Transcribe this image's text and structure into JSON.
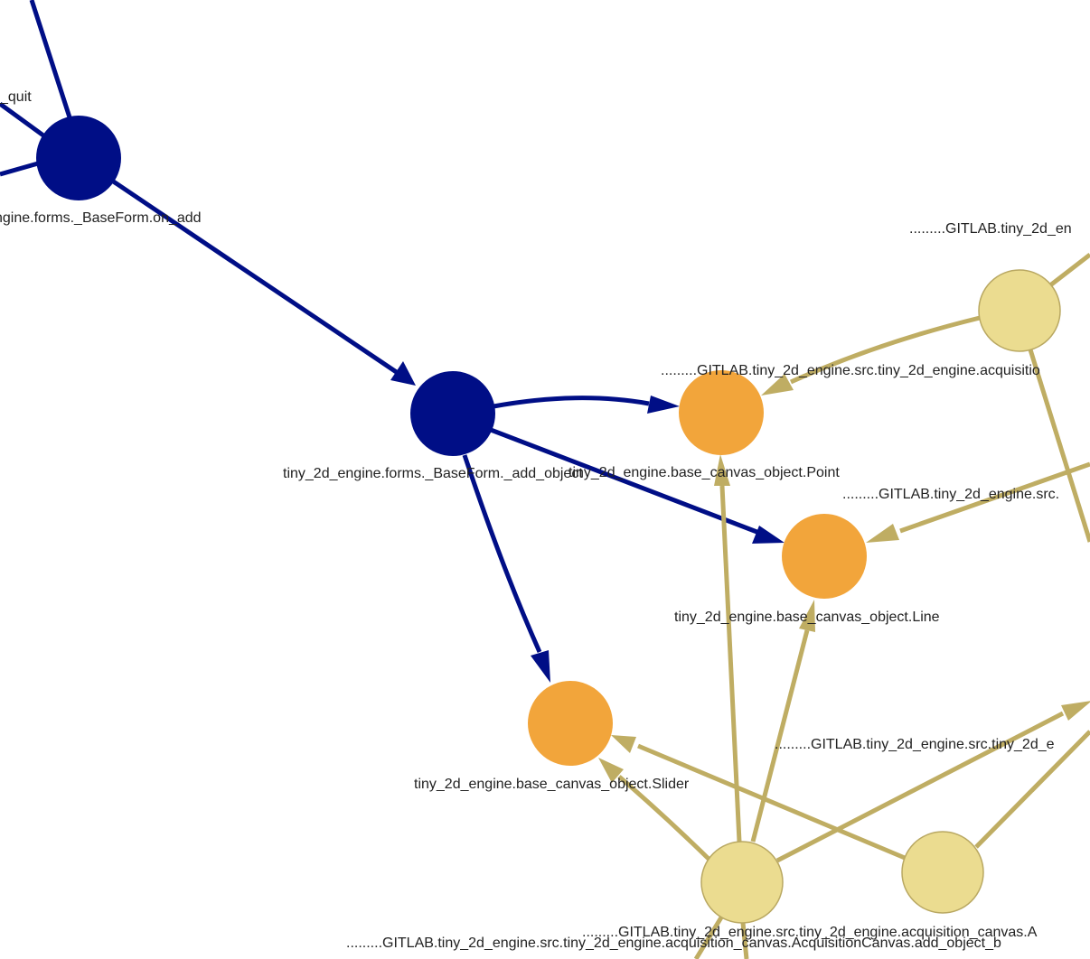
{
  "colors": {
    "blue": "#000e86",
    "orange": "#f2a53b",
    "khaki_fill": "#ebdc90",
    "khaki_edge": "#bfad63",
    "khaki_stroke": "#b9a862"
  },
  "labels": {
    "quit": "_quit",
    "base_form_on_add": "ngine.forms._BaseForm.on_add",
    "base_form_add_object": "tiny_2d_engine.forms._BaseForm._add_object",
    "point": "tiny_2d_engine.base_canvas_object.Point",
    "line": "tiny_2d_engine.base_canvas_object.Line",
    "slider": "tiny_2d_engine.base_canvas_object.Slider",
    "gitlab_top": ".........GITLAB.tiny_2d_en",
    "gitlab_acq": ".........GITLAB.tiny_2d_engine.src.tiny_2d_engine.acquisitio",
    "gitlab_src_a": ".........GITLAB.tiny_2d_engine.src.",
    "gitlab_src_b": ".........GITLAB.tiny_2d_engine.src.tiny_2d_e",
    "gitlab_bottom_1": ".........GITLAB.tiny_2d_engine.src.tiny_2d_engine.acquisition_canvas.A",
    "gitlab_bottom_2": ".........GITLAB.tiny_2d_engine.src.tiny_2d_engine.acquisition_canvas.AcquisitionCanvas.add_object_b"
  }
}
